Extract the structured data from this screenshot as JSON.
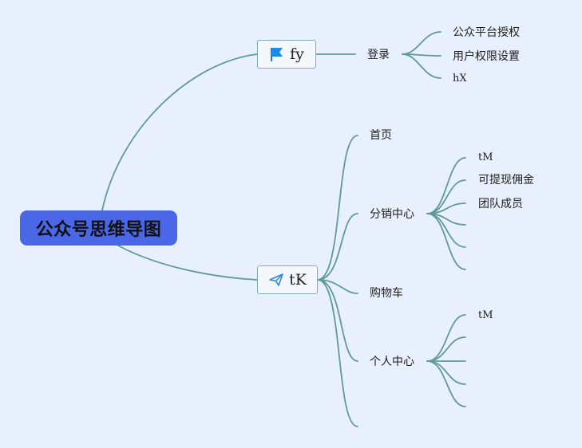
{
  "colors": {
    "background": "#e9f0fd",
    "root_fill": "#4a67e8",
    "link": "#5f9a96",
    "box_border": "#7fb0ad"
  },
  "root": {
    "label": "公众号思维导图"
  },
  "branch1": {
    "label": "fy",
    "icon": "flag-icon"
  },
  "branch2": {
    "label": "tK",
    "icon": "paper-plane-icon"
  },
  "login": {
    "label": "登录",
    "children": [
      "公众平台授权",
      "用户权限设置",
      "hX"
    ]
  },
  "homepage": {
    "label": "首页"
  },
  "distribution": {
    "label": "分销中心",
    "children": [
      "tM",
      "可提现佣金",
      "团队成员"
    ]
  },
  "cart": {
    "label": "购物车"
  },
  "personal": {
    "label": "个人中心",
    "children": [
      "tM"
    ]
  }
}
